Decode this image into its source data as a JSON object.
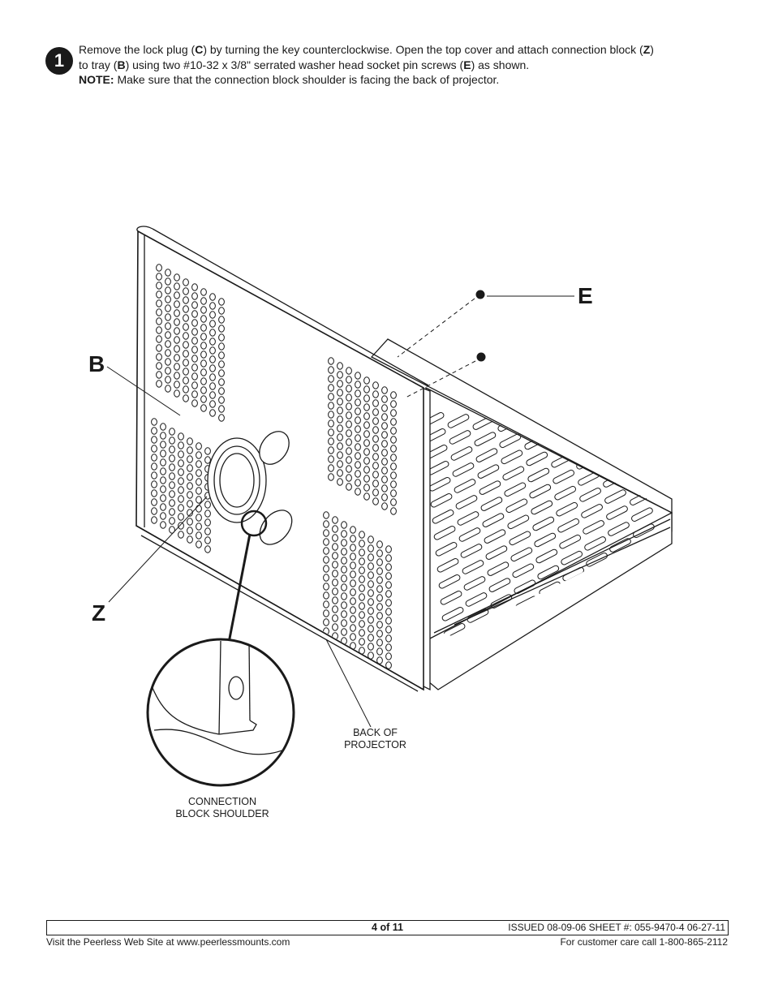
{
  "step": {
    "number": "1"
  },
  "instructions": {
    "line1": [
      "Remove the lock plug (",
      "C",
      ") by turning the key counterclockwise.  Open the top cover and attach connection block (",
      "Z",
      ")"
    ],
    "line2": [
      "to tray (",
      "B",
      ") using two #10-32 x 3/8\" serrated washer head socket pin screws (",
      "E",
      ") as shown."
    ],
    "note_label": "NOTE:",
    "note_text": " Make sure that the connection block shoulder is facing the back of projector."
  },
  "diagram": {
    "callouts": {
      "b": "B",
      "e": "E",
      "z": "Z"
    },
    "labels": {
      "back_of_projector": [
        "BACK OF",
        "PROJECTOR"
      ],
      "connection_block_shoulder": [
        "CONNECTION",
        "BLOCK SHOULDER"
      ]
    }
  },
  "footer": {
    "page": "4 of 11",
    "issued": "ISSUED 08-09-06 SHEET #: 055-9470-4  06-27-11",
    "website": "Visit the Peerless Web Site at www.peerlessmounts.com",
    "customer_care": "For customer care call 1-800-865-2112"
  }
}
